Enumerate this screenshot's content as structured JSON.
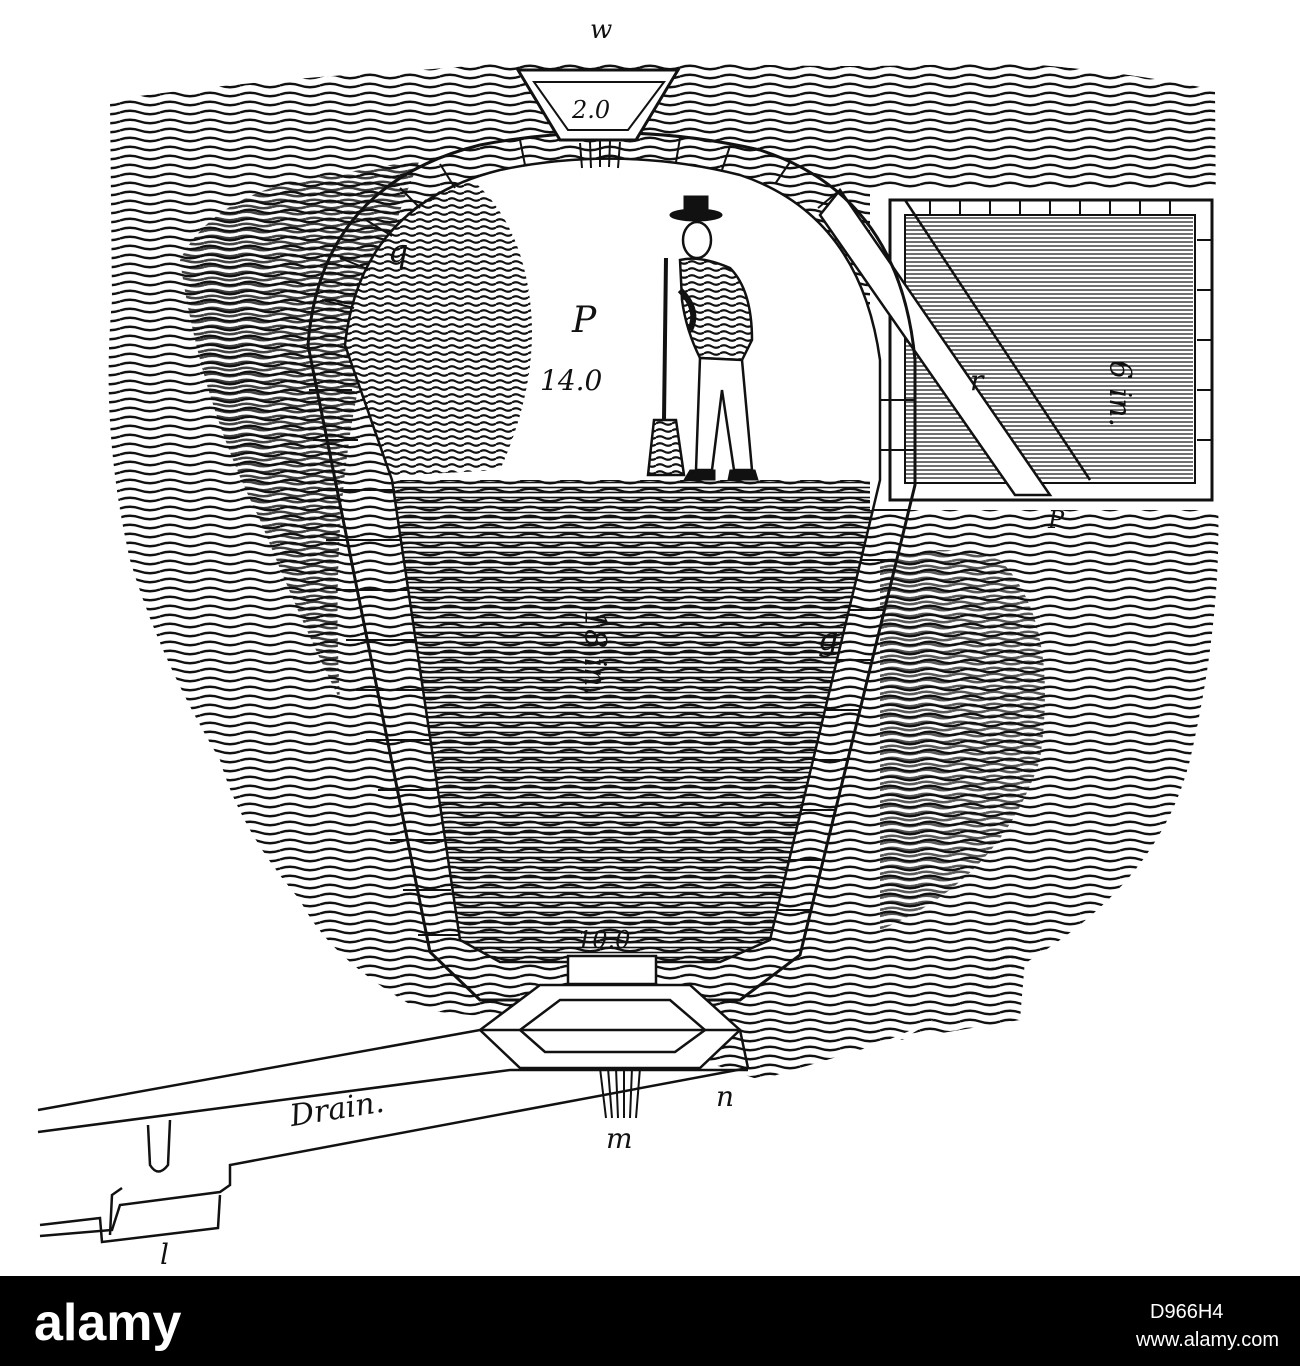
{
  "diagram": {
    "labels": {
      "top_w": "w",
      "hopper_dim": "2.0",
      "arch_q": "q",
      "chamber_p": "P",
      "chamber_width": "14.0",
      "side_chamber_height": "6 in.",
      "side_r": "r",
      "side_p": "P",
      "main_depth": "18 in.",
      "wall_g": "g",
      "bottom_dim": "10.0",
      "drain": "Drain.",
      "m": "m",
      "n": "n",
      "l": "l"
    }
  },
  "watermark": {
    "brand": "alamy",
    "image_id": "D966H4",
    "url": "www.alamy.com"
  },
  "colors": {
    "ink": "#111111",
    "paper": "#ffffff",
    "watermark_band": "#000000"
  }
}
